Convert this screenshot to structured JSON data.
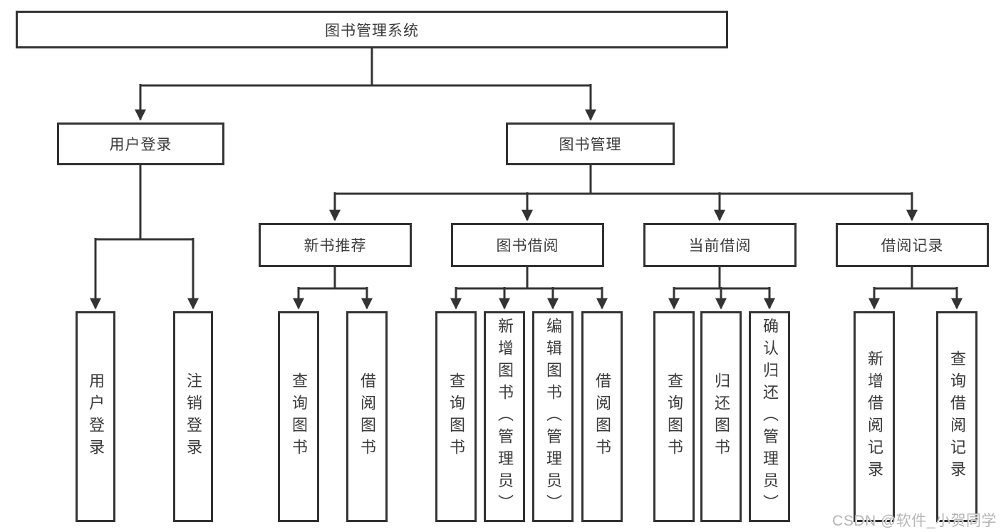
{
  "tree": {
    "root": {
      "label": "图书管理系统"
    },
    "user_login": {
      "label": "用户登录",
      "children": [
        {
          "label": "用户登录"
        },
        {
          "label": "注销登录"
        }
      ]
    },
    "book_mgmt": {
      "label": "图书管理",
      "sections": [
        {
          "label": "新书推荐",
          "children": [
            {
              "label": "查询图书"
            },
            {
              "label": "借阅图书"
            }
          ]
        },
        {
          "label": "图书借阅",
          "children": [
            {
              "label": "查询图书"
            },
            {
              "label": "新增图书（管理员）"
            },
            {
              "label": "编辑图书（管理员）"
            },
            {
              "label": "借阅图书"
            }
          ]
        },
        {
          "label": "当前借阅",
          "children": [
            {
              "label": "查询图书"
            },
            {
              "label": "归还图书"
            },
            {
              "label": "确认归还（管理员）"
            }
          ]
        },
        {
          "label": "借阅记录",
          "children": [
            {
              "label": "新增借阅记录"
            },
            {
              "label": "查询借阅记录"
            }
          ]
        }
      ]
    }
  },
  "watermark": {
    "text": "CSDN @软件_小贺同学"
  },
  "colors": {
    "line": "#333333",
    "text": "#3b3b3b",
    "background": "#ffffff",
    "watermark": "#b5b5b5"
  }
}
